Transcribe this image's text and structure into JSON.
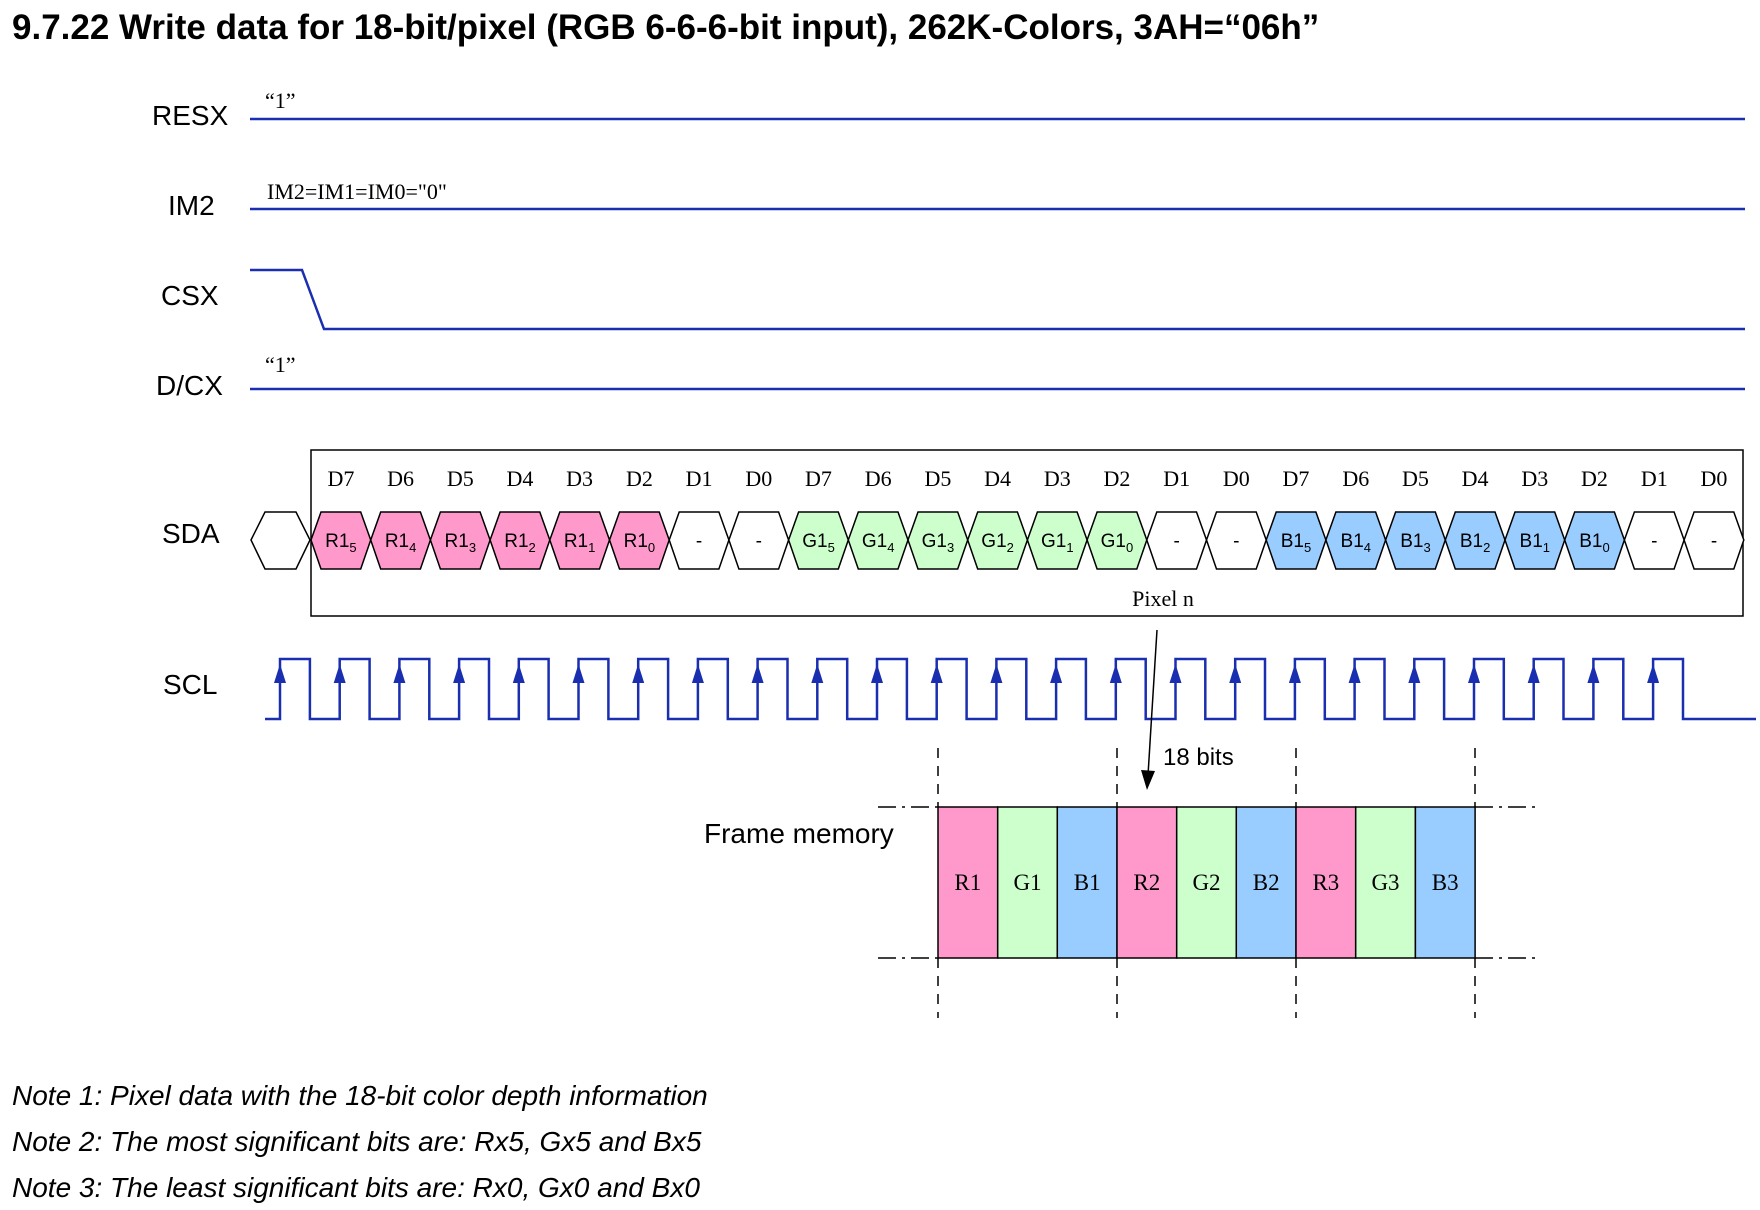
{
  "title": "9.7.22   Write data for 18-bit/pixel (RGB 6-6-6-bit input), 262K-Colors, 3AH=“06h”",
  "colors": {
    "signal": "#1a2fb0",
    "red": "#ff99cc",
    "green": "#ccffcc",
    "blue": "#99ccff"
  },
  "signals": [
    {
      "name": "RESX",
      "note": "“1”"
    },
    {
      "name": "IM2",
      "note": "IM2=IM1=IM0=\"0\""
    },
    {
      "name": "CSX",
      "note": ""
    },
    {
      "name": "D/CX",
      "note": "“1”"
    },
    {
      "name": "SDA",
      "note": ""
    },
    {
      "name": "SCL",
      "note": ""
    }
  ],
  "bit_labels": [
    "D7",
    "D6",
    "D5",
    "D4",
    "D3",
    "D2",
    "D1",
    "D0",
    "D7",
    "D6",
    "D5",
    "D4",
    "D3",
    "D2",
    "D1",
    "D0",
    "D7",
    "D6",
    "D5",
    "D4",
    "D3",
    "D2",
    "D1",
    "D0"
  ],
  "sda_cells": [
    {
      "base": "R1",
      "sub": "5",
      "color": "red"
    },
    {
      "base": "R1",
      "sub": "4",
      "color": "red"
    },
    {
      "base": "R1",
      "sub": "3",
      "color": "red"
    },
    {
      "base": "R1",
      "sub": "2",
      "color": "red"
    },
    {
      "base": "R1",
      "sub": "1",
      "color": "red"
    },
    {
      "base": "R1",
      "sub": "0",
      "color": "red"
    },
    {
      "base": "-",
      "sub": "",
      "color": "white"
    },
    {
      "base": "-",
      "sub": "",
      "color": "white"
    },
    {
      "base": "G1",
      "sub": "5",
      "color": "green"
    },
    {
      "base": "G1",
      "sub": "4",
      "color": "green"
    },
    {
      "base": "G1",
      "sub": "3",
      "color": "green"
    },
    {
      "base": "G1",
      "sub": "2",
      "color": "green"
    },
    {
      "base": "G1",
      "sub": "1",
      "color": "green"
    },
    {
      "base": "G1",
      "sub": "0",
      "color": "green"
    },
    {
      "base": "-",
      "sub": "",
      "color": "white"
    },
    {
      "base": "-",
      "sub": "",
      "color": "white"
    },
    {
      "base": "B1",
      "sub": "5",
      "color": "blue"
    },
    {
      "base": "B1",
      "sub": "4",
      "color": "blue"
    },
    {
      "base": "B1",
      "sub": "3",
      "color": "blue"
    },
    {
      "base": "B1",
      "sub": "2",
      "color": "blue"
    },
    {
      "base": "B1",
      "sub": "1",
      "color": "blue"
    },
    {
      "base": "B1",
      "sub": "0",
      "color": "blue"
    },
    {
      "base": "-",
      "sub": "",
      "color": "white"
    },
    {
      "base": "-",
      "sub": "",
      "color": "white"
    }
  ],
  "pixel_label": "Pixel n",
  "bits_label": "18 bits",
  "frame_memory_label": "Frame memory",
  "frame_memory_cells": [
    {
      "label": "R1",
      "color": "red"
    },
    {
      "label": "G1",
      "color": "green"
    },
    {
      "label": "B1",
      "color": "blue"
    },
    {
      "label": "R2",
      "color": "red"
    },
    {
      "label": "G2",
      "color": "green"
    },
    {
      "label": "B2",
      "color": "blue"
    },
    {
      "label": "R3",
      "color": "red"
    },
    {
      "label": "G3",
      "color": "green"
    },
    {
      "label": "B3",
      "color": "blue"
    }
  ],
  "notes": [
    "Note 1: Pixel data with the 18-bit color depth information",
    "Note 2: The most significant bits are: Rx5, Gx5 and Bx5",
    "Note 3: The least significant bits are: Rx0, Gx0 and Bx0"
  ]
}
